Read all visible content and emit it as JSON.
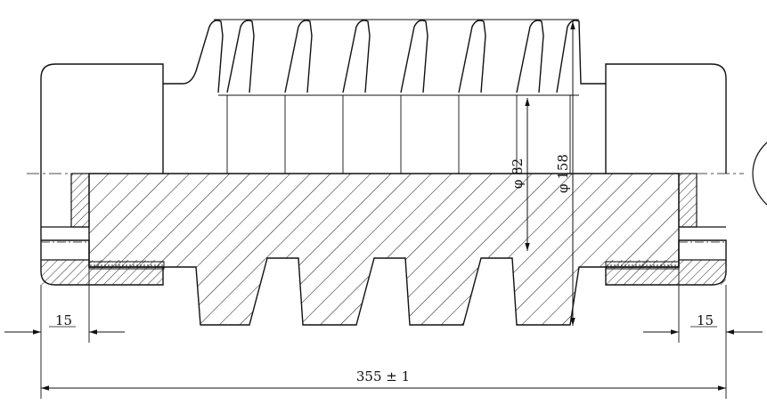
{
  "drawing": {
    "dimensions": {
      "overall_length": "355 ± 1",
      "left_end_offset": "15",
      "right_end_offset": "15",
      "root_diameter": "φ 82",
      "outer_diameter": "φ 158"
    }
  },
  "colors": {
    "line": "#111111",
    "background": "#ffffff"
  }
}
